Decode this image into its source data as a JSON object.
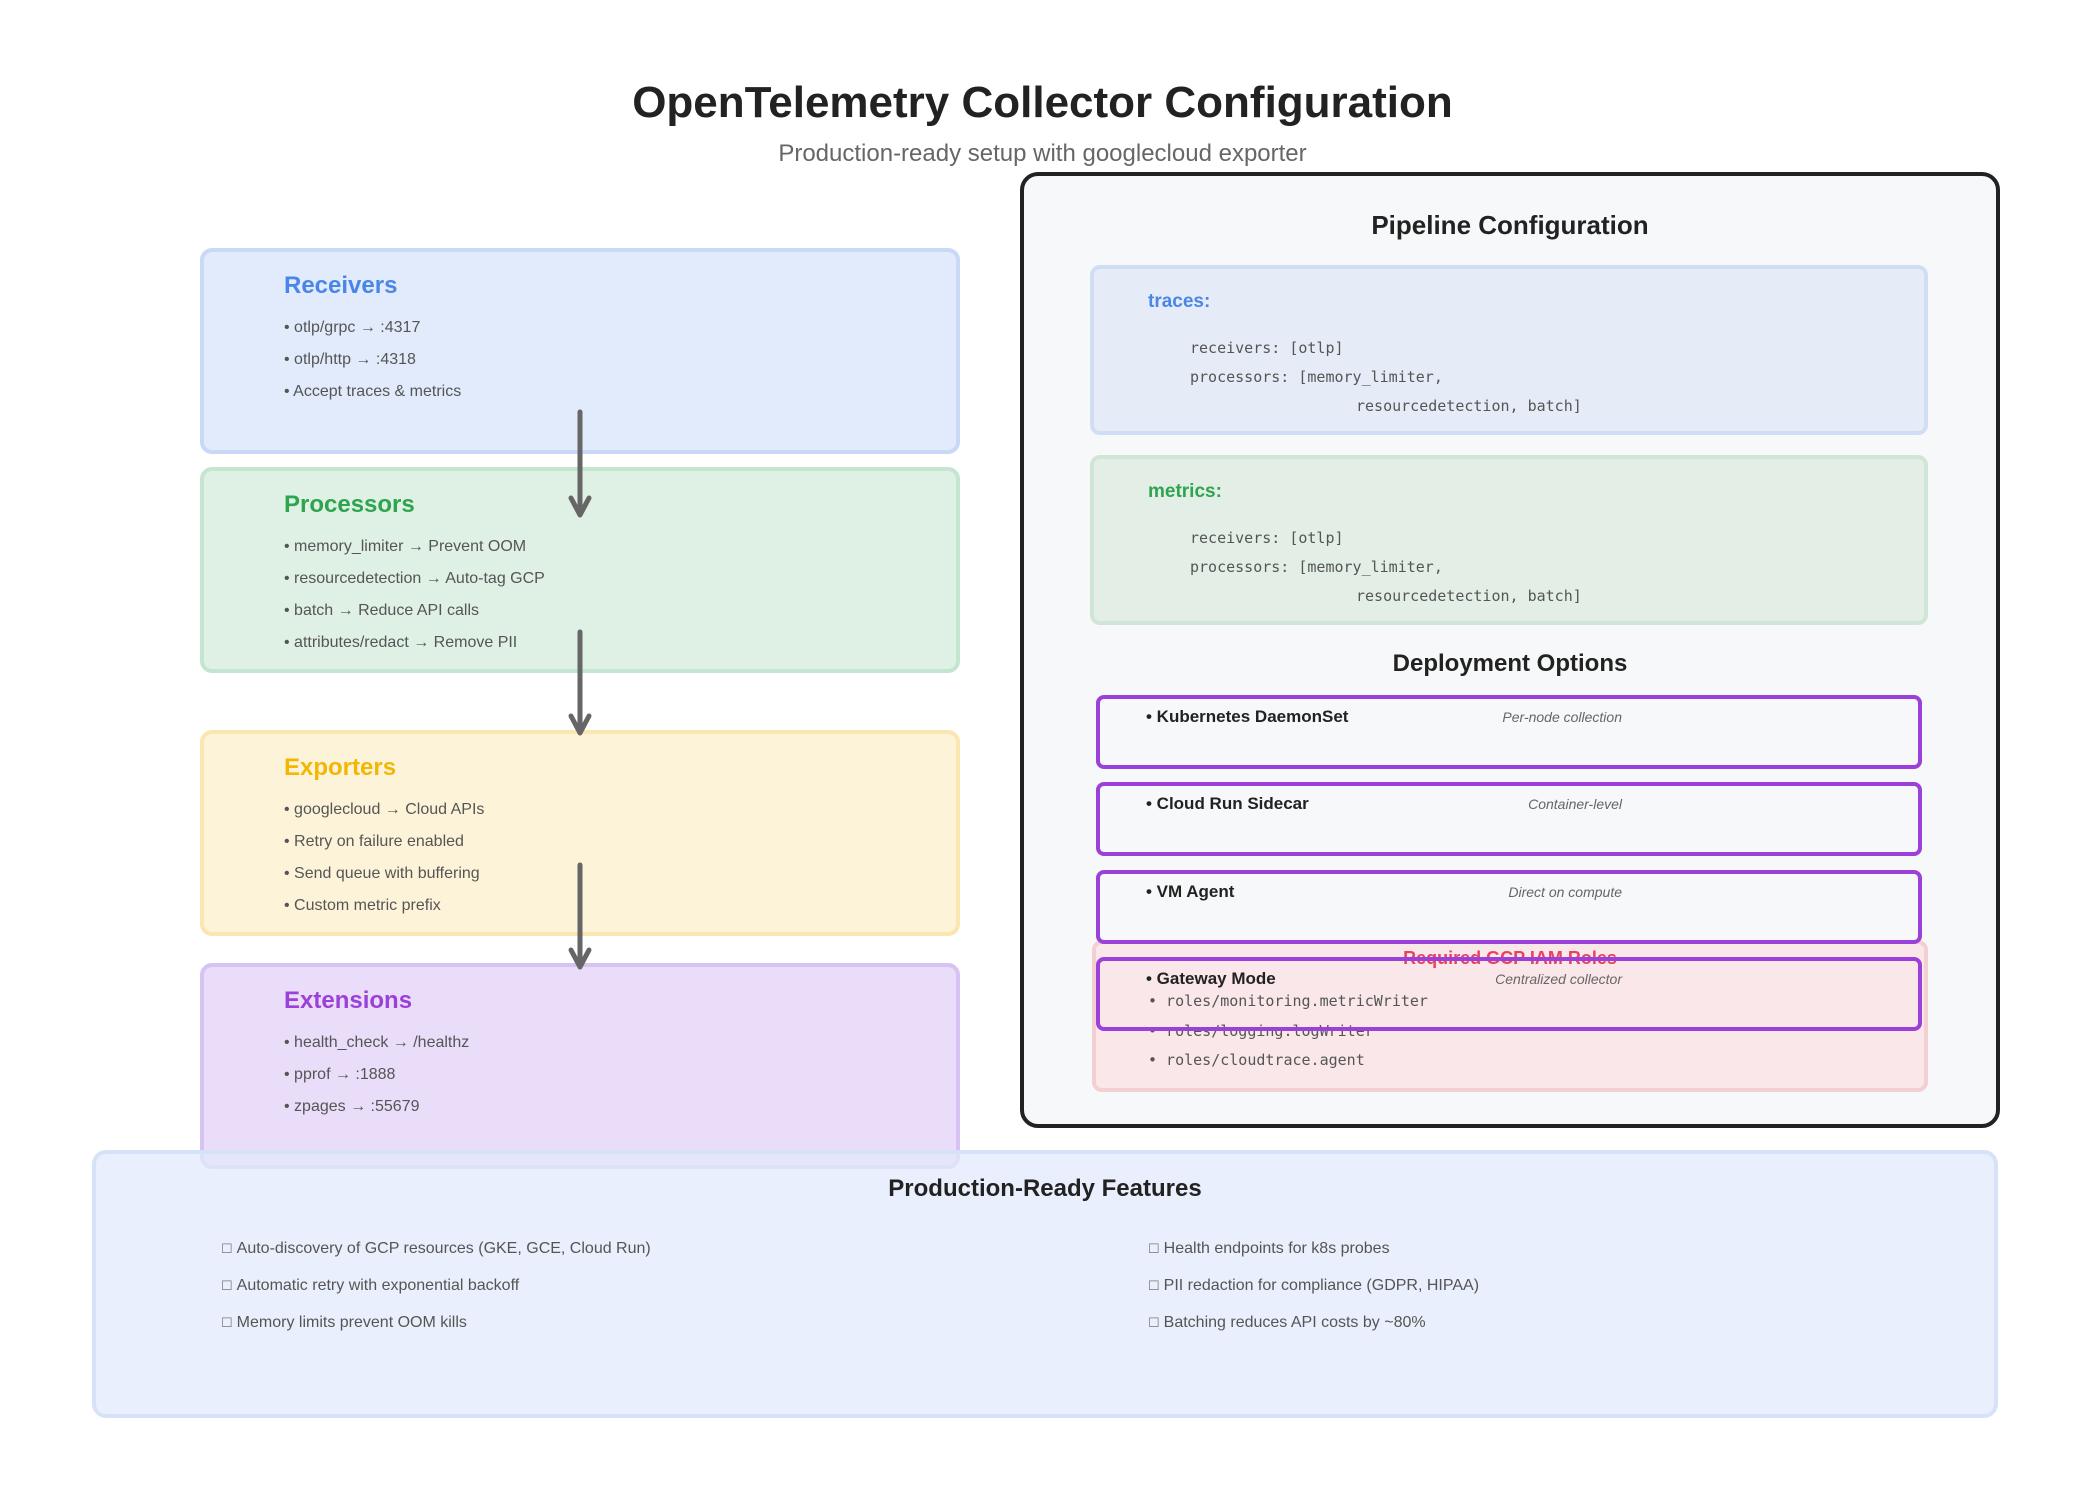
{
  "header": {
    "title": "OpenTelemetry Collector Configuration",
    "subtitle": "Production-ready setup with googlecloud exporter"
  },
  "stages": {
    "receivers": {
      "title": "Receivers",
      "items": [
        "• otlp/grpc → :4317",
        "• otlp/http → :4318",
        "• Accept traces & metrics"
      ]
    },
    "processors": {
      "title": "Processors",
      "items": [
        "• memory_limiter → Prevent OOM",
        "• resourcedetection → Auto-tag GCP",
        "• batch → Reduce API calls",
        "• attributes/redact → Remove PII"
      ]
    },
    "exporters": {
      "title": "Exporters",
      "items": [
        "• googlecloud → Cloud APIs",
        "• Retry on failure enabled",
        "• Send queue with buffering",
        "• Custom metric prefix"
      ]
    },
    "extensions": {
      "title": "Extensions",
      "items": [
        "• health_check → /healthz",
        "• pprof → :1888",
        "• zpages → :55679"
      ]
    }
  },
  "pipeline": {
    "title": "Pipeline Configuration",
    "traces": {
      "label": "traces:",
      "lines": [
        "receivers: [otlp]",
        "processors: [memory_limiter,",
        "resourcedetection, batch]"
      ]
    },
    "metrics": {
      "label": "metrics:",
      "lines": [
        "receivers: [otlp]",
        "processors: [memory_limiter,",
        "resourcedetection, batch]"
      ]
    }
  },
  "deployment": {
    "title": "Deployment Options",
    "options": [
      {
        "name": "• Kubernetes DaemonSet",
        "desc": "Per-node collection"
      },
      {
        "name": "• Cloud Run Sidecar",
        "desc": "Container-level"
      },
      {
        "name": "• VM Agent",
        "desc": "Direct on compute"
      },
      {
        "name": "• Gateway Mode",
        "desc": "Centralized collector"
      }
    ]
  },
  "iam": {
    "title": "Required GCP IAM Roles",
    "roles": [
      "• roles/monitoring.metricWriter",
      "• roles/logging.logWriter",
      "• roles/cloudtrace.agent"
    ]
  },
  "features": {
    "title": "Production-Ready Features",
    "items": [
      "Auto-discovery of GCP resources (GKE, GCE, Cloud Run)",
      "Automatic retry with exponential backoff",
      "Memory limits prevent OOM kills",
      "Health endpoints for k8s probes",
      "PII redaction for compliance (GDPR, HIPAA)",
      "Batching reduces API costs by ~80%"
    ]
  },
  "colors": {
    "receivers": "#4a86e8",
    "processors": "#2ea44f",
    "exporters": "#f2b705",
    "extensions": "#9b40d8",
    "iam": "#e8435a",
    "arrow": "#666666"
  }
}
